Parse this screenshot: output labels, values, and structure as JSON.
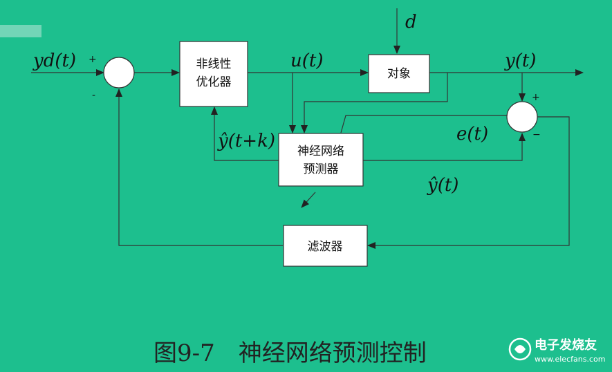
{
  "blocks": {
    "optimizer": [
      "非线性",
      "优化器"
    ],
    "plant": "对象",
    "predictor": [
      "神经网络",
      "预测器"
    ],
    "filter": "滤波器"
  },
  "signals": {
    "reference": "yd(t)",
    "control": "u(t)",
    "disturbance": "d",
    "output": "y(t)",
    "error": "e(t)",
    "prediction": "ŷ(t)",
    "prediction_ahead": "ŷ(t+k)"
  },
  "junction_signs": {
    "left_plus": "+",
    "left_minus": "-",
    "right_plus": "+",
    "right_minus": "−"
  },
  "caption": "图9-7　神经网络预测控制",
  "watermark": {
    "brand": "电子发烧友",
    "url": "www.elecfans.com"
  }
}
